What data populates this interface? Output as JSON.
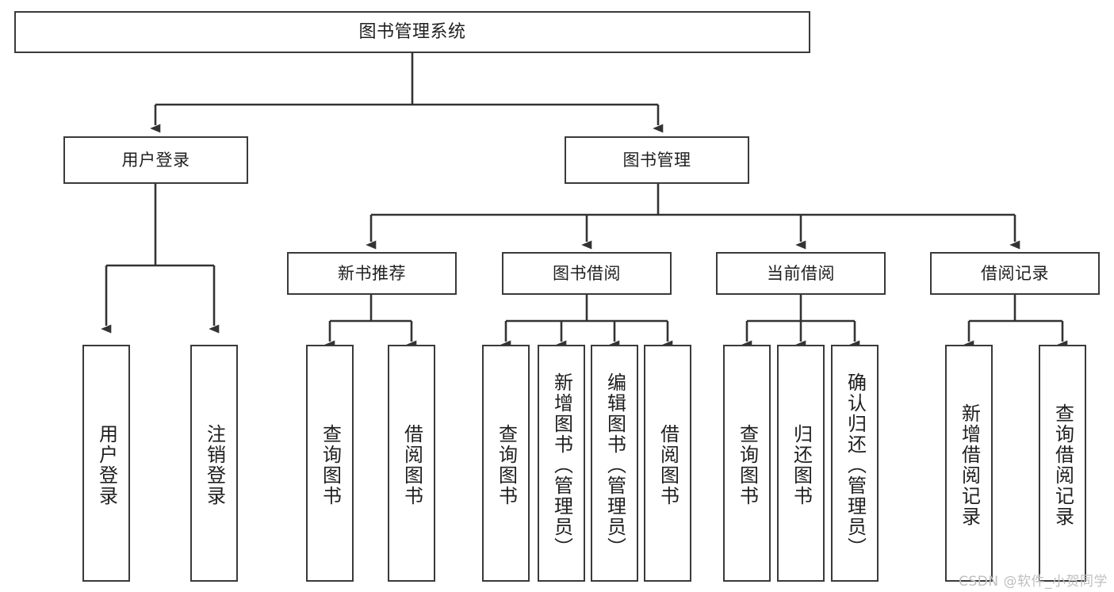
{
  "diagram": {
    "title": "图书管理系统",
    "type": "tree",
    "watermark": "CSDN @软件_小贺同学",
    "colors": {
      "box_border": "#3a3a3a",
      "box_fill": "#ffffff",
      "edge": "#333333",
      "text": "#1f1f1f",
      "watermark": "#bfbfbf",
      "background": "#ffffff"
    },
    "nodes": {
      "root": {
        "label": "图书管理系统"
      },
      "level2": [
        {
          "id": "user-login",
          "label": "用户登录"
        },
        {
          "id": "book-management",
          "label": "图书管理"
        }
      ],
      "level3": [
        {
          "id": "new-book-recommend",
          "label": "新书推荐"
        },
        {
          "id": "book-borrow",
          "label": "图书借阅"
        },
        {
          "id": "current-borrow",
          "label": "当前借阅"
        },
        {
          "id": "borrow-record",
          "label": "借阅记录"
        }
      ],
      "leaves": {
        "user-login": [
          {
            "id": "leaf-user-login",
            "label": "用户登录"
          },
          {
            "id": "leaf-logout",
            "label": "注销登录"
          }
        ],
        "new-book-recommend": [
          {
            "id": "leaf-query-book-1",
            "label": "查询图书"
          },
          {
            "id": "leaf-borrow-book-1",
            "label": "借阅图书"
          }
        ],
        "book-borrow": [
          {
            "id": "leaf-query-book-2",
            "label": "查询图书"
          },
          {
            "id": "leaf-add-book",
            "label": "新增图书（管理员）"
          },
          {
            "id": "leaf-edit-book",
            "label": "编辑图书（管理员）"
          },
          {
            "id": "leaf-borrow-book-2",
            "label": "借阅图书"
          }
        ],
        "current-borrow": [
          {
            "id": "leaf-query-book-3",
            "label": "查询图书"
          },
          {
            "id": "leaf-return-book",
            "label": "归还图书"
          },
          {
            "id": "leaf-confirm-return",
            "label": "确认归还（管理员）"
          }
        ],
        "borrow-record": [
          {
            "id": "leaf-add-record",
            "label": "新增借阅记录"
          },
          {
            "id": "leaf-query-record",
            "label": "查询借阅记录"
          }
        ]
      }
    }
  }
}
